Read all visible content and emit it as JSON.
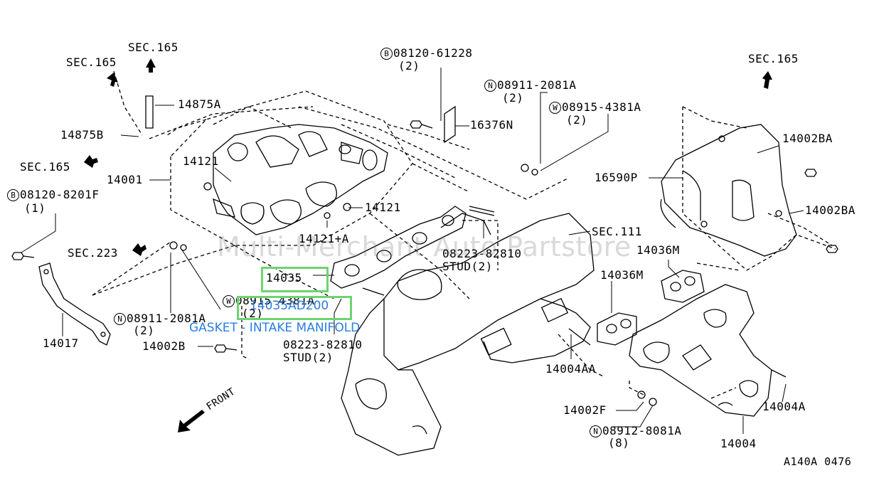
{
  "sec_labels": {
    "sec165_a": "SEC.165",
    "sec165_b": "SEC.165",
    "sec165_c": "SEC.165",
    "sec165_d": "SEC.165",
    "sec223": "SEC.223",
    "sec111": "SEC.111"
  },
  "parts": {
    "p14875A": "14875A",
    "p14875B": "14875B",
    "p14001": "14001",
    "p14121_a": "14121",
    "p14121_b": "14121",
    "p14121A": "14121+A",
    "p14017": "14017",
    "p14002B": "14002B",
    "p16376N": "16376N",
    "p16590P": "16590P",
    "p14002BA_a": "14002BA",
    "p14002BA_b": "14002BA",
    "p14036M_a": "14036M",
    "p14036M_b": "14036M",
    "p14035": "14035",
    "p14004AA": "14004AA",
    "p14002F": "14002F",
    "p14004A": "14004A",
    "p14004": "14004"
  },
  "fasteners": {
    "b1_badge": "B",
    "b1_code": "08120-8201F",
    "b1_qty": "(1)",
    "b2_badge": "B",
    "b2_code": "08120-61228",
    "b2_qty": "(2)",
    "n1_badge": "N",
    "n1_code": "08911-2081A",
    "n1_qty": "(2)",
    "w1_badge": "W",
    "w1_code": "08915-4381A",
    "w1_qty": "(2)",
    "n2_badge": "N",
    "n2_code": "08911-2081A",
    "n2_qty": "(2)",
    "w2_badge": "W",
    "w2_code": "08915-4381A",
    "w2_qty": "(2)",
    "n3_badge": "N",
    "n3_code": "08912-8081A",
    "n3_qty": "(8)"
  },
  "studs": {
    "s1_code": "08223-82810",
    "s1_label": "STUD(2)",
    "s2_code": "08223-82810",
    "s2_label": "STUD(2)"
  },
  "front_label": "FRONT",
  "watermark": "Multi-Merchant Auto Partstore",
  "highlight": {
    "part_number": "14035AD200",
    "description": "GASKET - INTAKE MANIFOLD",
    "color": "#6fd36f",
    "text_color": "#2a7de1"
  },
  "ref_code": "A140A 0476"
}
